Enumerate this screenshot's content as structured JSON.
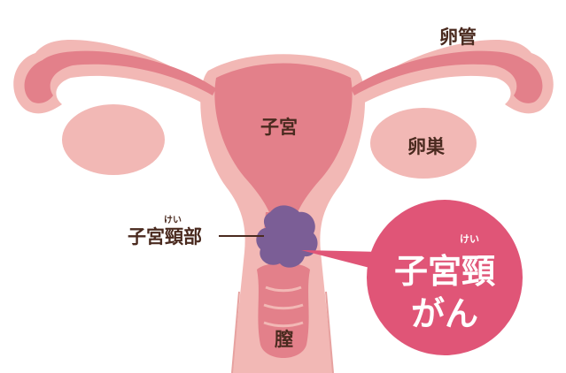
{
  "labels": {
    "fallopian_tube": "卵管",
    "uterus": "子宮",
    "ovary": "卵巣",
    "cervix": "子宮頸部",
    "cervix_ruby": "けい",
    "vagina": "膣"
  },
  "callout": {
    "line1": "子宮頸",
    "line2": "がん",
    "ruby": "けい"
  },
  "colors": {
    "outer": "#f2b8b5",
    "inner": "#e3808a",
    "tumor": "#7b5e96",
    "callout": "#e05577",
    "text": "#4a2a1f"
  }
}
